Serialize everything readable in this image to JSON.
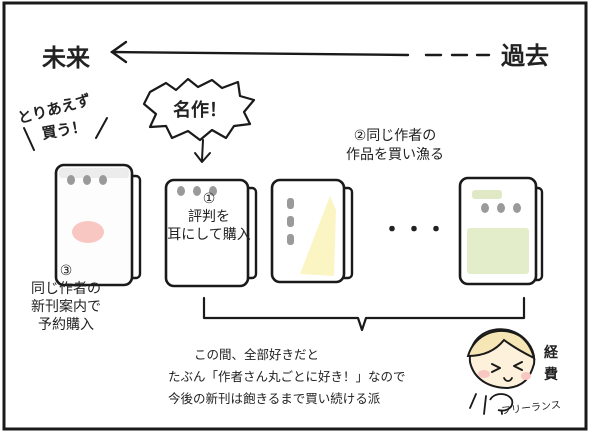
{
  "timeline": {
    "future": "未来",
    "past": "過去"
  },
  "labels": {
    "for_now_buy_line1": "とりあえず",
    "for_now_buy_line2": "買う！",
    "masterpiece": "名作！"
  },
  "notes": {
    "step2_line1": "②同じ作者の",
    "step2_line2": "作品を買い漁る",
    "step1_line1": "①",
    "step1_line2": "評判を",
    "step1_line3": "耳にして購入",
    "step3_line1": "③",
    "step3_line2": "同じ作者の",
    "step3_line3": "新刊案内で",
    "step3_line4": "予約購入"
  },
  "ellipsis": "・・・",
  "caption": {
    "line1": "この間、全部好きだと",
    "line2": "たぶん「作者さん丸ごとに好き！」なので",
    "line3": "今後の新刊は飽きるまで買い続ける派"
  },
  "author": {
    "tag": "経費",
    "freelance": "フリーランス"
  }
}
